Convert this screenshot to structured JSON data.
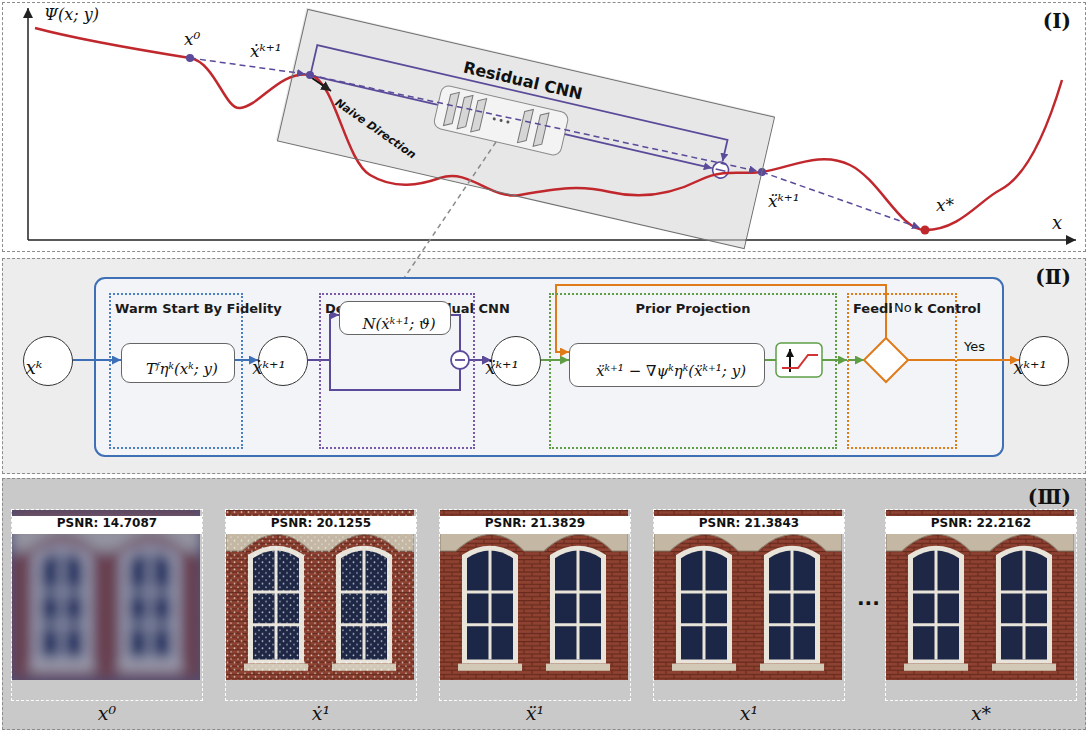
{
  "diagram": {
    "nodes": [
      {
        "text": [
          "(Ⅰ)"
        ]
      },
      {
        "text": [
          "Residual CNN"
        ],
        "in": 0
      },
      {
        "text": [
          "(Ⅱ)"
        ]
      },
      {
        "text": [
          "xᵏ"
        ],
        "in": 2
      },
      {
        "text": [
          "Warm Start By Fidelity"
        ],
        "in": 2
      },
      {
        "text": [
          "Tᶠηᵏ(xᵏ; y)"
        ],
        "in": 4
      },
      {
        "text": [
          "ẋᵏ⁺¹"
        ],
        "in": 2
      },
      {
        "text": [
          "Descent by Residual CNN"
        ],
        "in": 2
      },
      {
        "text": [
          "N(ẋᵏ⁺¹; ϑ)"
        ],
        "in": 7
      },
      {
        "text": [
          "ẍᵏ⁺¹"
        ],
        "in": 2
      },
      {
        "text": [
          "Prior Projection"
        ],
        "in": 2
      },
      {
        "text": [
          "ẍᵏ⁺¹ − ∇ψᵏηᵏ(ẍᵏ⁺¹; y)"
        ],
        "in": 10
      },
      {
        "text": [
          "Feedback Control"
        ],
        "in": 2
      },
      {
        "text": [
          "xᵏ⁺¹"
        ],
        "in": 2
      },
      {
        "text": [
          "(Ⅲ)"
        ]
      },
      {
        "text": [
          "PSNR: 14.7087",
          "x⁰"
        ],
        "in": 14
      },
      {
        "text": [
          "PSNR: 20.1255",
          "ẋ¹"
        ],
        "in": 14
      },
      {
        "text": [
          "PSNR: 21.3829",
          "ẍ¹"
        ],
        "in": 14
      },
      {
        "text": [
          "PSNR: 21.3843",
          "x¹"
        ],
        "in": 14
      },
      {
        "text": [
          "PSNR: 22.2162",
          "x*"
        ],
        "in": 14
      }
    ],
    "edges": [
      {
        "from": 3,
        "to": 5,
        "arrow": "to"
      },
      {
        "from": 5,
        "to": 6,
        "arrow": "to"
      },
      {
        "from": 6,
        "to": 8,
        "arrow": "to"
      },
      {
        "from": 6,
        "to": 9,
        "arrow": "to"
      },
      {
        "from": 8,
        "to": 9,
        "arrow": "to"
      },
      {
        "from": 9,
        "to": 11,
        "arrow": "to"
      },
      {
        "from": 11,
        "to": 12,
        "arrow": "to"
      },
      {
        "from": 12,
        "to": 11,
        "label": "No",
        "arrow": "to"
      },
      {
        "from": 12,
        "to": 13,
        "label": "Yes",
        "arrow": "to"
      }
    ],
    "labels": [
      "Ψ(x; y)",
      "x",
      "x⁰",
      "ẋᵏ⁺¹",
      "ẍᵏ⁺¹",
      "x*",
      "Naive Direction",
      "..."
    ]
  }
}
